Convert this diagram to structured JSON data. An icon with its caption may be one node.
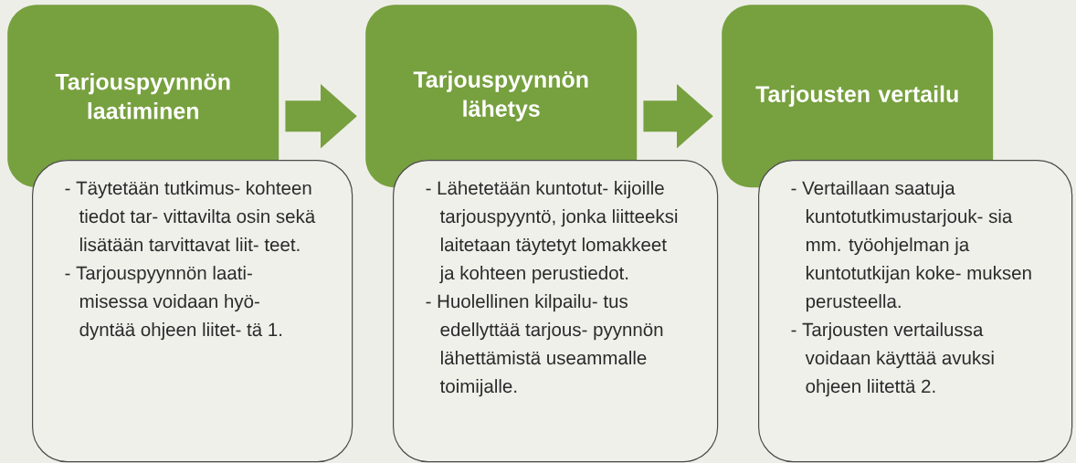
{
  "diagram": {
    "nodes": [
      {
        "text": [
          "Tarjouspyynnön laatiminen"
        ]
      },
      {
        "text": [
          "- Täytetään tutkimus- kohteen tiedot tar- vittavilta osin sekä lisätään tarvittavat liit- teet.",
          "- Tarjouspyynnön laati- misessa voidaan hyö- dyntää ohjeen liitet- tä 1."
        ]
      },
      {
        "text": [
          "Tarjouspyynnön lähetys"
        ]
      },
      {
        "text": [
          "- Lähetetään kuntotut- kijoille tarjouspyyntö, jonka liitteeksi laitetaan täytetyt lomakkeet ja kohteen perustiedot.",
          "- Huolellinen kilpailu- tus edellyttää tarjous- pyynnön lähettämistä useammalle toimijalle."
        ]
      },
      {
        "text": [
          "Tarjousten vertailu"
        ]
      },
      {
        "text": [
          "- Vertaillaan saatuja kuntotutkimustarjouk- sia mm. työohjelman ja kuntotutkijan koke- muksen perusteella.",
          "- Tarjousten vertailussa voidaan käyttää avuksi ohjeen liitettä 2."
        ]
      }
    ],
    "edges": [
      {
        "from": 0,
        "to": 2,
        "arrow": "to"
      },
      {
        "from": 2,
        "to": 4,
        "arrow": "to"
      }
    ]
  }
}
